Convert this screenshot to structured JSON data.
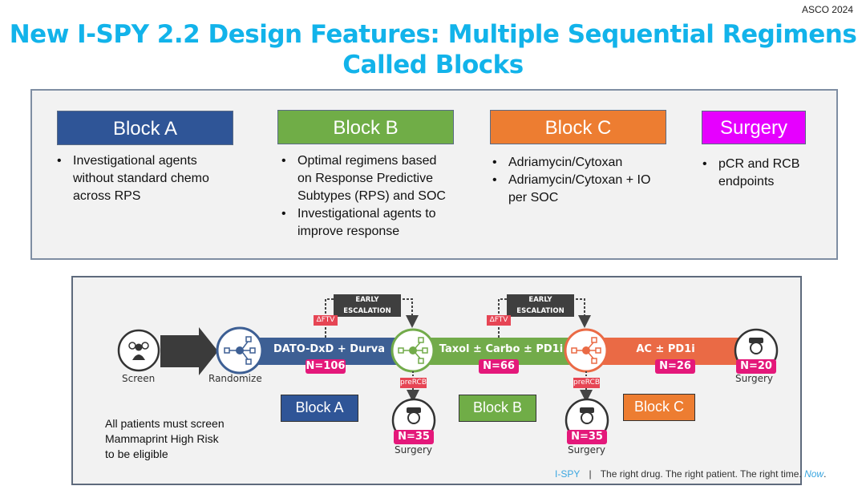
{
  "conference": "ASCO 2024",
  "title_line1": "New I-SPY 2.2 Design Features: Multiple Sequential Regimens",
  "title_line2": "Called Blocks",
  "blocks": [
    {
      "label": "Block A",
      "color": "#2f5597",
      "bullets": [
        "Investigational agents without standard chemo across RPS"
      ]
    },
    {
      "label": "Block B",
      "color": "#70ad47",
      "bullets": [
        "Optimal regimens based on Response Predictive Subtypes (RPS) and SOC",
        "Investigational agents to improve response"
      ]
    },
    {
      "label": "Block C",
      "color": "#ed7d31",
      "bullets": [
        "Adriamycin/Cytoxan",
        "Adriamycin/Cytoxan + IO per SOC"
      ]
    },
    {
      "label": "Surgery",
      "color": "#e600ff",
      "bullets": [
        "pCR and RCB endpoints"
      ]
    }
  ],
  "flow": {
    "screen_label": "Screen",
    "randomize_label": "Randomize",
    "early_escalation": "EARLY ESCALATION",
    "delta_ftv": "ΔFTV",
    "pre_rcb": "preRCB",
    "surgery_label": "Surgery",
    "segments": [
      {
        "regimen": "DATO-DxD + Durva",
        "n": "N=106",
        "color": "#3d5f94",
        "block_label": "Block A"
      },
      {
        "regimen": "Taxol ± Carbo ± PD1i",
        "n": "N=66",
        "color": "#72ab4a",
        "block_label": "Block B"
      },
      {
        "regimen": "AC ± PD1i",
        "n": "N=26",
        "color": "#ea6a45",
        "block_label": "Block C"
      }
    ],
    "surgery_after_a": "N=35",
    "surgery_after_b": "N=35",
    "surgery_final": "N=20",
    "badge_color": "#e4187a",
    "note": [
      "All patients must screen",
      "Mammaprint High Risk",
      "to be eligible"
    ]
  },
  "footer": {
    "brand": "I-SPY",
    "separator": "|",
    "tagline": "The right drug. The right patient. The right time. ",
    "tagline_em": "Now",
    "end": "."
  },
  "colors": {
    "title": "#12b3ea",
    "brand": "#3aa6e0"
  }
}
